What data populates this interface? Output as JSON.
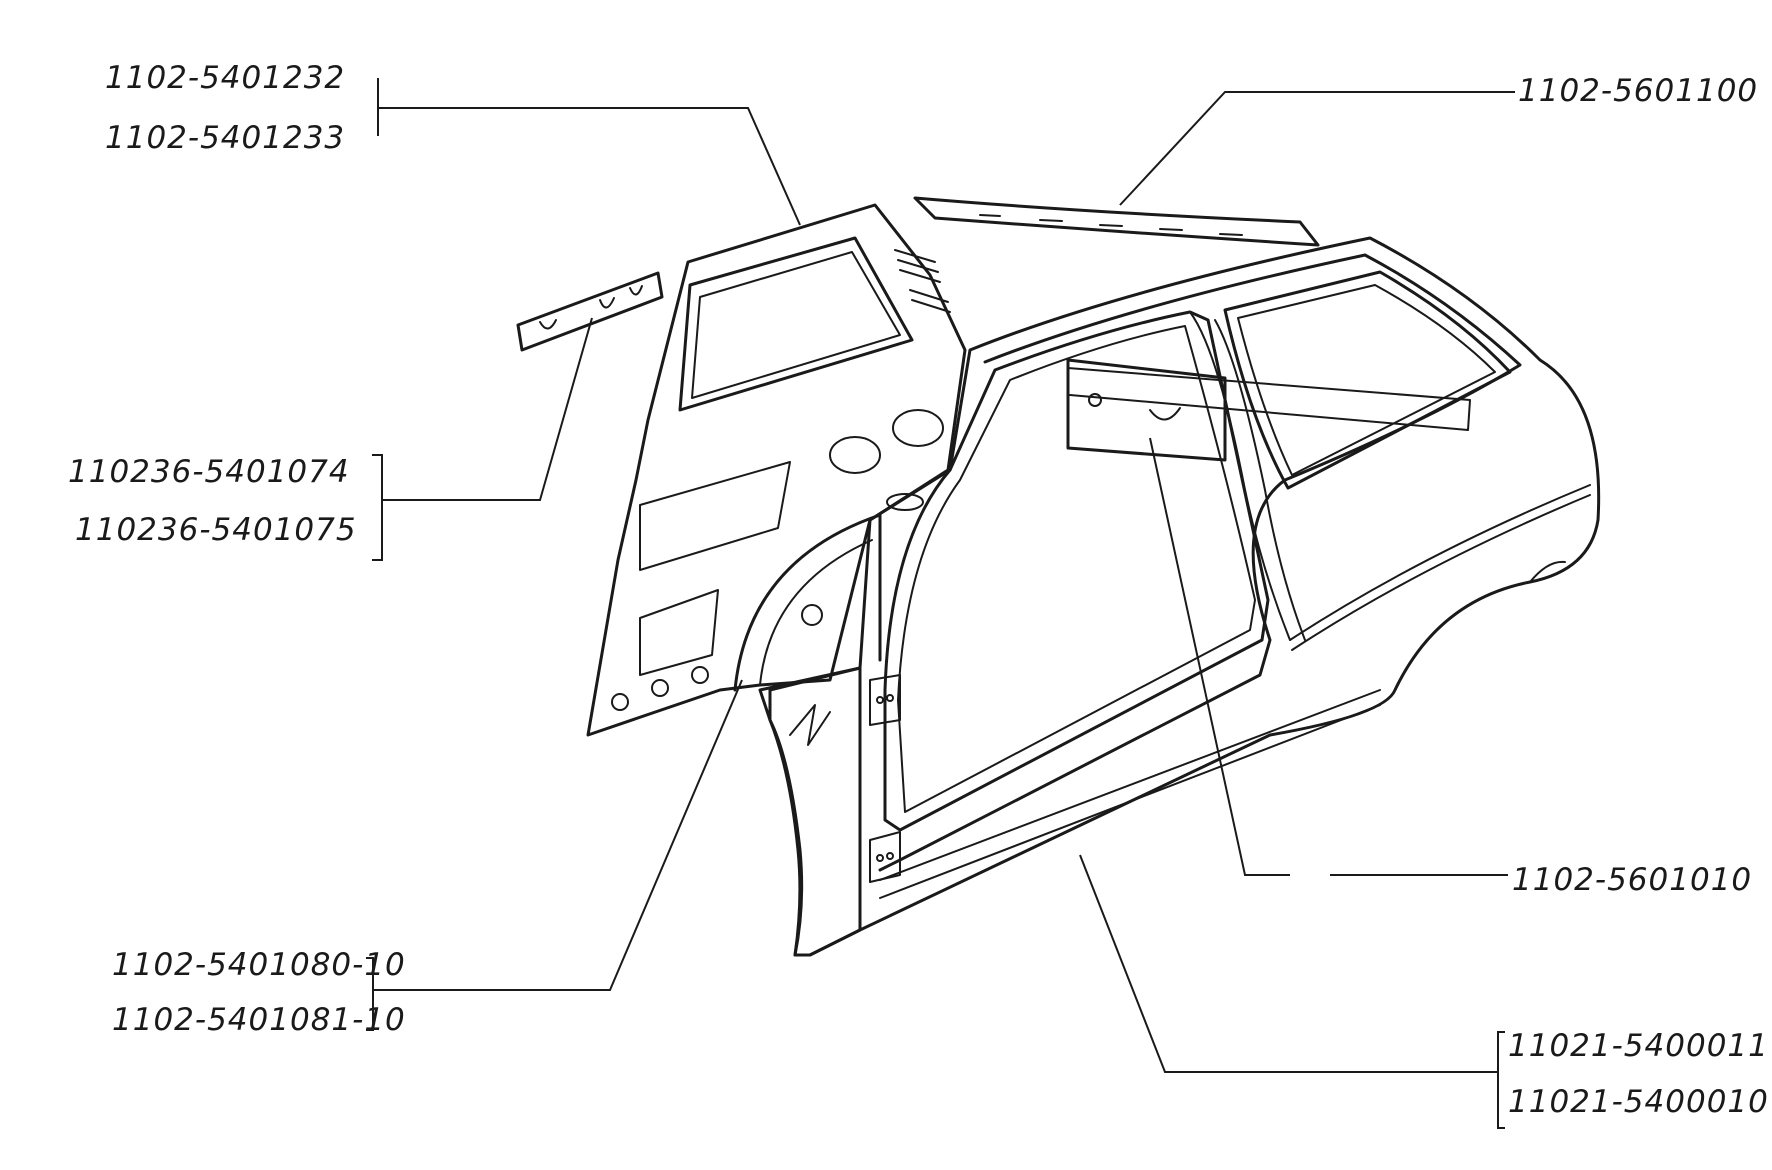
{
  "labels": {
    "rear_panel_left": "1102-5401232",
    "rear_panel_right": "1102-5401233",
    "roof_rail": "1102-5601100",
    "reinforcement_left": "110236-5401074",
    "reinforcement_right": "110236-5401075",
    "inner_panel": "1102-5601010",
    "wheel_arch_left": "1102-5401080-10",
    "wheel_arch_right": "1102-5401081-10",
    "side_assembly_a": "11021-5400011",
    "side_assembly_b": "11021-5400010"
  },
  "colors": {
    "ink": "#1a1a1a",
    "paper": "#ffffff"
  }
}
